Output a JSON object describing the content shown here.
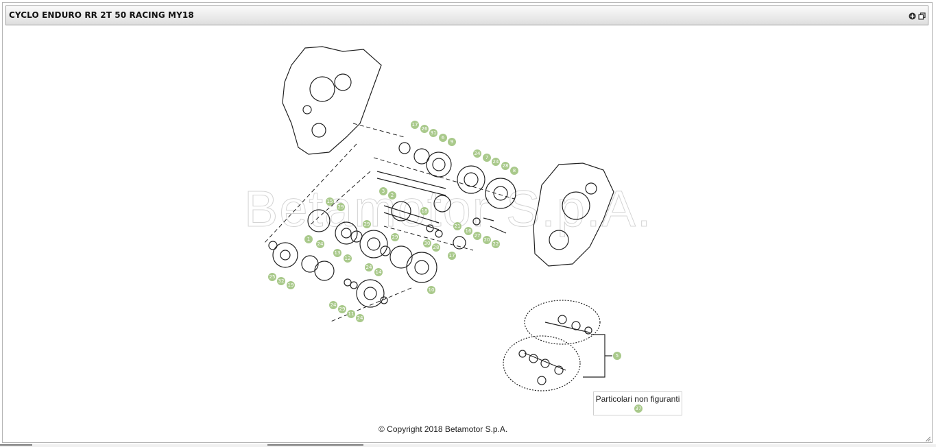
{
  "window": {
    "title": "CYCLO ENDURO RR 2T 50 RACING MY18",
    "expand_icon": "plus-circle-icon",
    "popout_icon": "popout-icon"
  },
  "diagram": {
    "watermark": "Betamotor S.p.A.",
    "callouts": [
      "17",
      "26",
      "31",
      "6",
      "9",
      "24",
      "7",
      "24",
      "28",
      "8",
      "3",
      "2",
      "18",
      "15",
      "29",
      "29",
      "1",
      "13",
      "24",
      "12",
      "25",
      "32",
      "19",
      "24",
      "14",
      "29",
      "30",
      "28",
      "17",
      "21",
      "16",
      "27",
      "20",
      "22",
      "10",
      "24",
      "29",
      "11",
      "24",
      "5",
      "37"
    ],
    "not_shown_label": "Particolari non figuranti",
    "not_shown_ref": "37"
  },
  "footer": {
    "copyright": "© Copyright 2018 Betamotor S.p.A."
  },
  "colors": {
    "callout": "#a9c98b",
    "titlebar": "#e2e2e2"
  }
}
